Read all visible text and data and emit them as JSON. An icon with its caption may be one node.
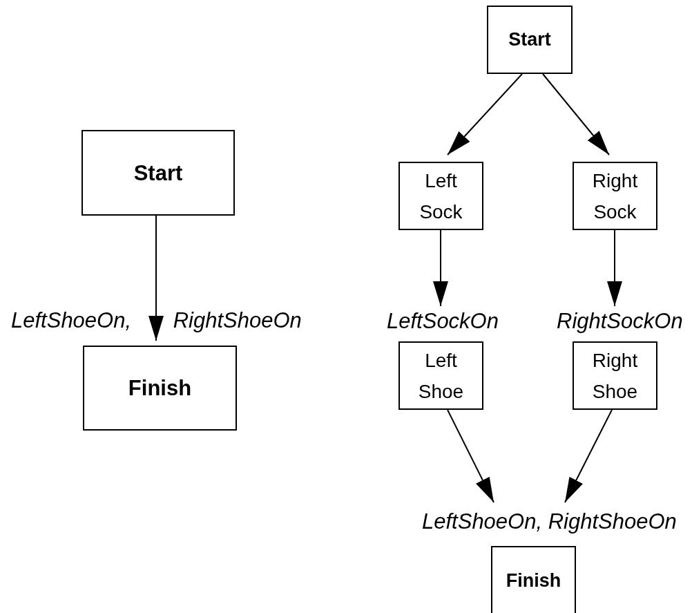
{
  "diagram": {
    "nodes": [
      {
        "text": [
          "Start"
        ]
      },
      {
        "text": [
          "Finish"
        ],
        "beside": [
          "LeftShoeOn, RightShoeOn"
        ]
      },
      {
        "text": [
          "Start"
        ]
      },
      {
        "text": [
          "Left Sock"
        ]
      },
      {
        "text": [
          "Right Sock"
        ]
      },
      {
        "text": [
          "Left Shoe"
        ],
        "beside": [
          "LeftSockOn"
        ]
      },
      {
        "text": [
          "Right Shoe"
        ],
        "beside": [
          "RightSockOn"
        ]
      },
      {
        "text": [
          "Finish"
        ],
        "beside": [
          "LeftShoeOn, RightShoeOn"
        ]
      }
    ],
    "edges": [
      {
        "from": 0,
        "to": 1,
        "arrow": "to"
      },
      {
        "from": 2,
        "to": 3,
        "arrow": "to"
      },
      {
        "from": 2,
        "to": 4,
        "arrow": "to"
      },
      {
        "from": 3,
        "to": 5,
        "arrow": "to"
      },
      {
        "from": 4,
        "to": 6,
        "arrow": "to"
      },
      {
        "from": 5,
        "to": 7,
        "arrow": "to"
      },
      {
        "from": 6,
        "to": 7,
        "arrow": "to"
      }
    ]
  }
}
